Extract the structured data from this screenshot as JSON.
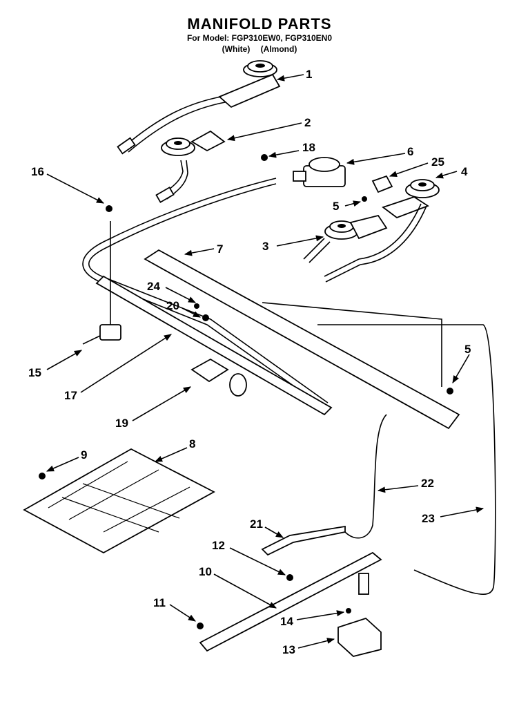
{
  "header": {
    "title": "MANIFOLD PARTS",
    "subtitle": "For Model: FGP310EW0, FGP310EN0",
    "variant_1": "(White)",
    "variant_2": "(Almond)"
  },
  "callouts": {
    "c1": "1",
    "c2": "2",
    "c3": "3",
    "c4": "4",
    "c5a": "5",
    "c5b": "5",
    "c6": "6",
    "c7": "7",
    "c8": "8",
    "c9": "9",
    "c10": "10",
    "c11": "11",
    "c12": "12",
    "c13": "13",
    "c14": "14",
    "c15": "15",
    "c16": "16",
    "c17": "17",
    "c18": "18",
    "c19": "19",
    "c20": "20",
    "c21": "21",
    "c22": "22",
    "c23": "23",
    "c24": "24",
    "c25": "25"
  }
}
